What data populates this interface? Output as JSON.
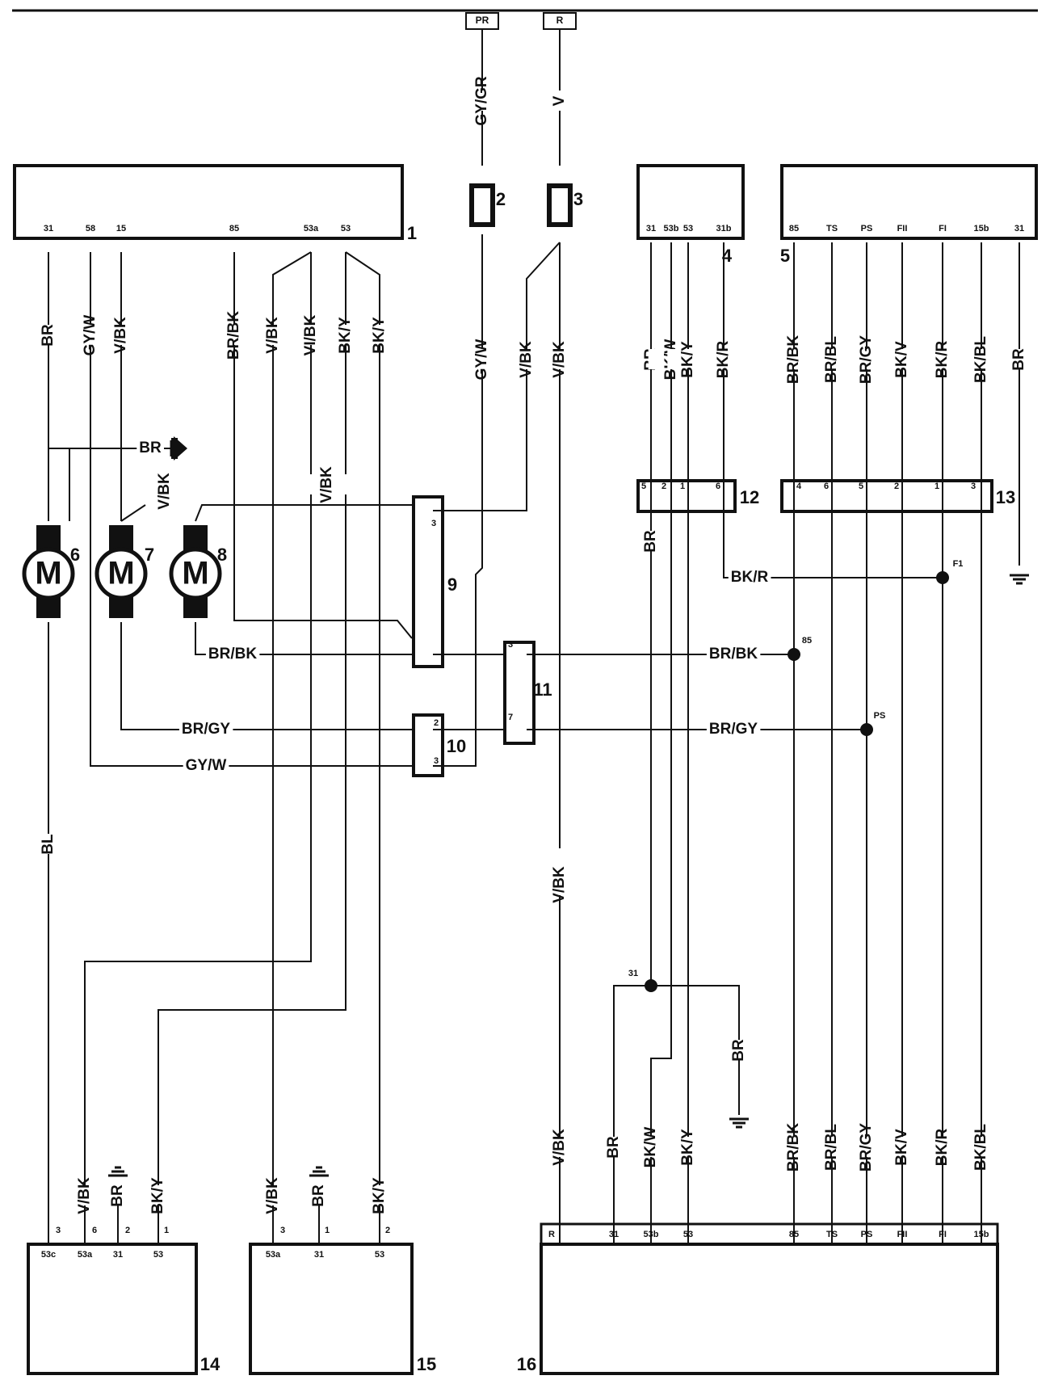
{
  "wire_labels": [
    "GY/GR",
    "V",
    "BR",
    "GY/W",
    "V/BK",
    "BR/BK",
    "V/BK",
    "VI/BK",
    "BK/Y",
    "BK/Y",
    "GY/W",
    "V/BK",
    "V/BK",
    "BR",
    "BK/W",
    "BK/Y",
    "BK/R",
    "BR/BK",
    "BR/BL",
    "BR/GY",
    "BK/V",
    "BK/R",
    "BK/BL",
    "BR",
    "BR",
    "V/BK",
    "V/BK",
    "BR",
    "BK/R",
    "BR/BK",
    "BR/BK",
    "BR/GY",
    "BR/GY",
    "GY/W",
    "BL",
    "V/BK",
    "BR",
    "V/BK",
    "BR",
    "BK/W",
    "BK/Y",
    "BR/BK",
    "BR/BL",
    "BR/GY",
    "BK/V",
    "BK/R",
    "BK/BL",
    "V/BK",
    "BR",
    "BK/Y",
    "V/BK",
    "BR",
    "BK/Y"
  ],
  "pin_labels": [
    "PR",
    "R",
    "31",
    "58",
    "15",
    "85",
    "53a",
    "53",
    "31",
    "53b",
    "53",
    "31b",
    "85",
    "TS",
    "PS",
    "FII",
    "FI",
    "15b",
    "31",
    "5",
    "2",
    "1",
    "6",
    "4",
    "6",
    "5",
    "2",
    "1",
    "3",
    "F1",
    "85",
    "PS",
    "31",
    "3",
    "2",
    "3",
    "3",
    "7",
    "3",
    "6",
    "2",
    "1",
    "53c",
    "53a",
    "31",
    "53",
    "3",
    "1",
    "2",
    "53a",
    "31",
    "53",
    "R",
    "31",
    "53b",
    "53",
    "85",
    "TS",
    "PS",
    "FII",
    "FI",
    "15b"
  ],
  "component_numbers": [
    "1",
    "2",
    "3",
    "4",
    "5",
    "6",
    "7",
    "8",
    "9",
    "10",
    "11",
    "12",
    "13",
    "14",
    "15",
    "16"
  ],
  "motor_symbol": "M"
}
